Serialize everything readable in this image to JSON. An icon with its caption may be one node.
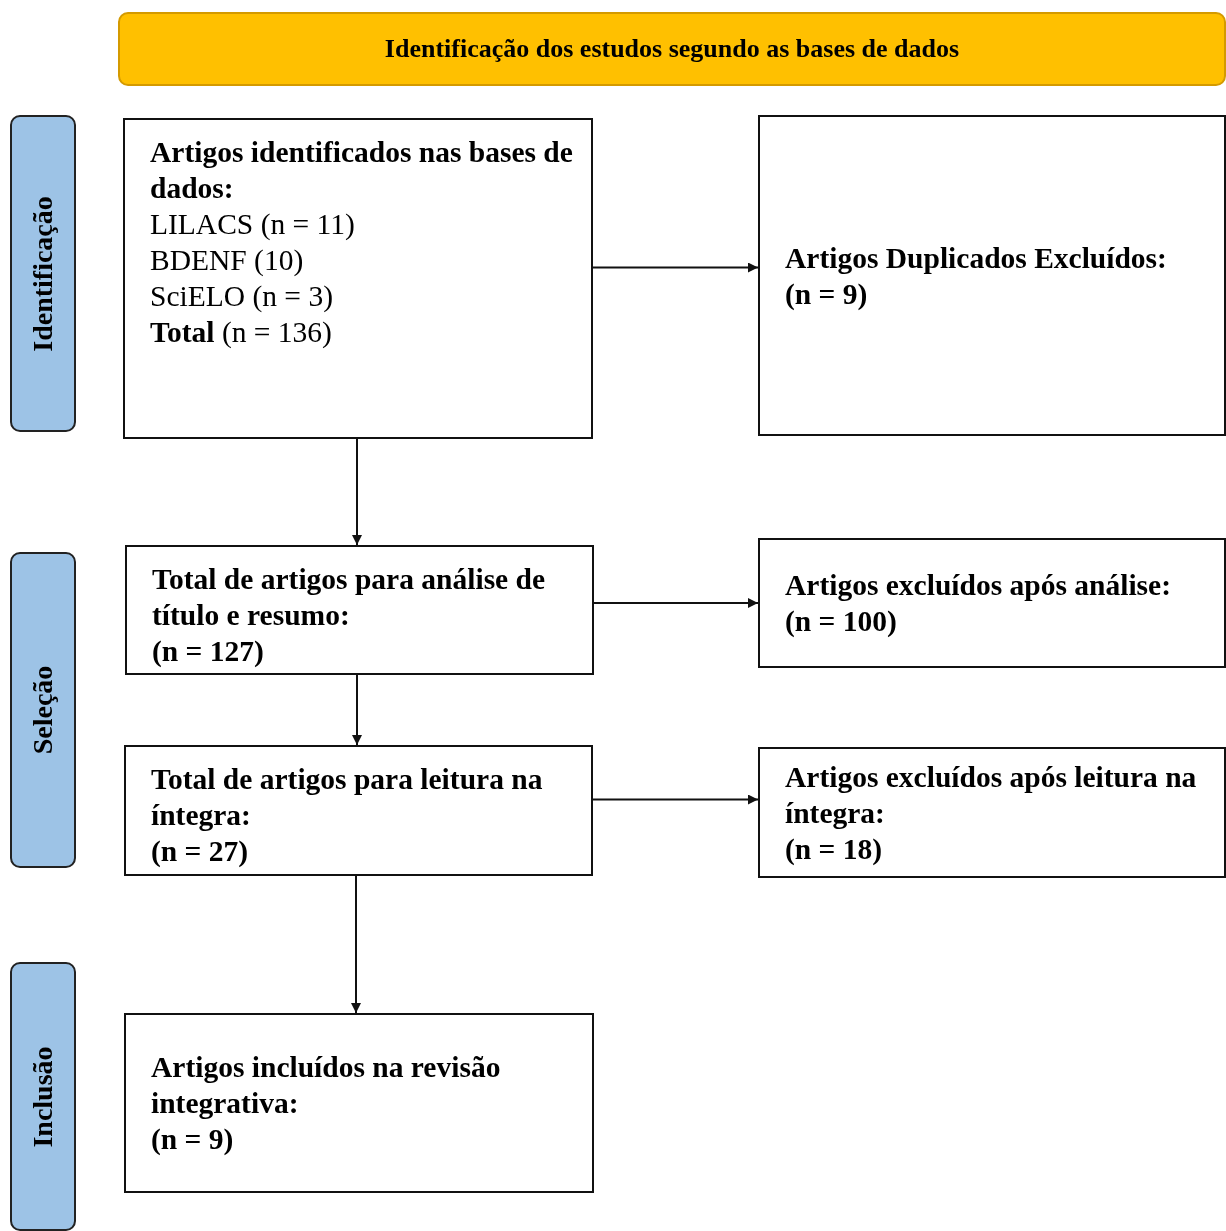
{
  "diagram": {
    "nodes": [
      {
        "text": [
          "Identificação dos estudos segundo as bases de dados"
        ]
      },
      {
        "text": [
          "Identificação"
        ]
      },
      {
        "text": [
          "Seleção"
        ]
      },
      {
        "text": [
          "Inclusão"
        ]
      },
      {
        "text": [
          "Artigos identificados nas bases de dados:",
          "LILACS (n = 11)",
          "BDENF (10)",
          "SciELO (n = 3)",
          "**Total** (n = 136)"
        ]
      },
      {
        "text": [
          "Artigos Duplicados Excluídos:",
          "(n = 9)"
        ]
      },
      {
        "text": [
          "Total de artigos para análise de título e resumo:",
          "(n = 127)"
        ]
      },
      {
        "text": [
          "Artigos excluídos após análise:",
          "(n = 100)"
        ]
      },
      {
        "text": [
          "Total de artigos para leitura na íntegra:",
          "(n = 27)"
        ]
      },
      {
        "text": [
          "Artigos excluídos após leitura na íntegra:",
          "(n = 18)"
        ]
      },
      {
        "text": [
          "Artigos incluídos na revisão integrativa:",
          "(n = 9)"
        ]
      }
    ],
    "edges": [
      {
        "from": 4,
        "to": 5,
        "arrow": "to"
      },
      {
        "from": 4,
        "to": 6,
        "arrow": "to"
      },
      {
        "from": 6,
        "to": 7,
        "arrow": "to"
      },
      {
        "from": 6,
        "to": 8,
        "arrow": "to"
      },
      {
        "from": 8,
        "to": 9,
        "arrow": "to"
      },
      {
        "from": 8,
        "to": 10,
        "arrow": "to"
      }
    ]
  }
}
